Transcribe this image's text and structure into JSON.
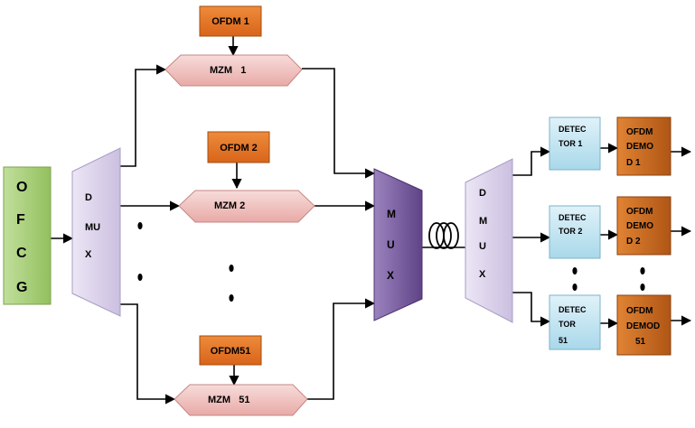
{
  "colors": {
    "ofdm_fill": "#e5761f",
    "mzm_fill": "#f1c4c2",
    "ofcg_fill": "#acd27d",
    "dmux_fill": "#dcd3ec",
    "mux_fill": "#7a5b9f",
    "detector_fill": "#c6e6f3",
    "demod_fill": "#c9691f"
  },
  "ofcg": {
    "letters": [
      "O",
      "F",
      "C",
      "G"
    ]
  },
  "dmux_tx": {
    "lines": [
      "D",
      "MU",
      "X"
    ]
  },
  "ofdm_sources": [
    {
      "label": "OFDM 1"
    },
    {
      "label": "OFDM 2"
    },
    {
      "label": "OFDM51"
    }
  ],
  "modulators": [
    {
      "label": "MZM   1"
    },
    {
      "label": "MZM 2"
    },
    {
      "label": "MZM   51"
    }
  ],
  "mux": {
    "lines": [
      "M",
      "U",
      "X"
    ]
  },
  "dmux_rx": {
    "lines": [
      "D",
      "M",
      "U",
      "X"
    ]
  },
  "detectors": [
    {
      "lines": [
        "DETEC",
        "TOR 1"
      ]
    },
    {
      "lines": [
        "DETEC",
        "TOR 2"
      ]
    },
    {
      "lines": [
        "DETEC",
        "TOR",
        "51"
      ]
    }
  ],
  "demodulators": [
    {
      "lines": [
        "OFDM",
        "DEMO",
        "D 1"
      ]
    },
    {
      "lines": [
        "OFDM",
        "DEMO",
        "D 2"
      ]
    },
    {
      "lines": [
        "OFDM",
        "DEMOD",
        "51"
      ]
    }
  ]
}
